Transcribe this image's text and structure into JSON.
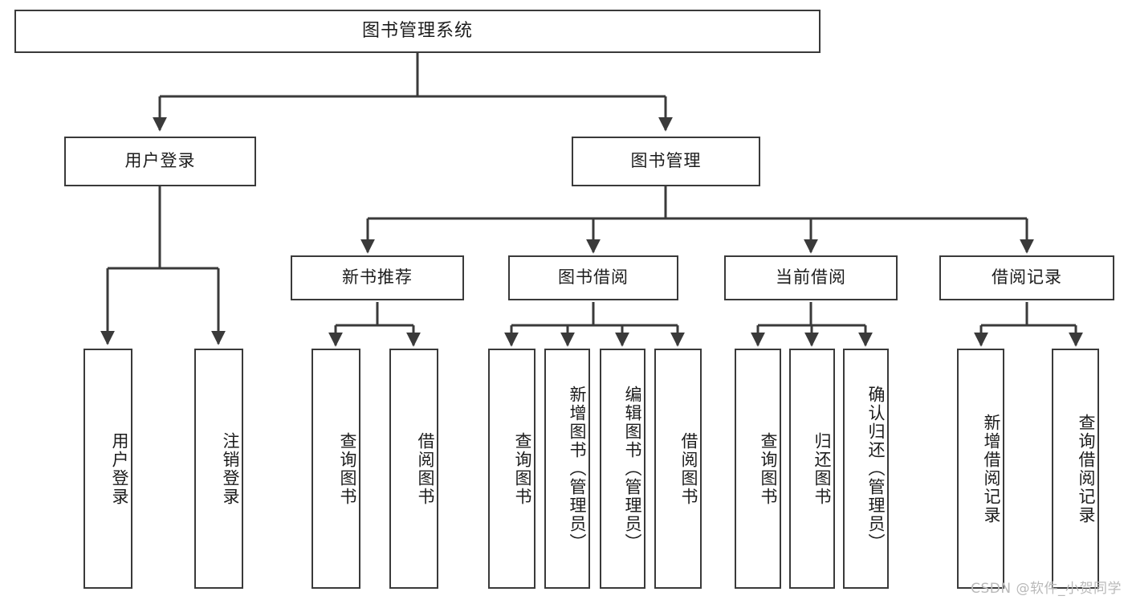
{
  "diagram": {
    "type": "tree",
    "title": "图书管理系统",
    "orientation": "top-down",
    "watermark": "CSDN @软件_小贺同学",
    "colors": {
      "background": "#ffffff",
      "node_border": "#3a3a3a",
      "node_fill": "#ffffff",
      "text": "#1c1c1c",
      "edge": "#3a3a3a",
      "watermark": "#b9b9b9"
    },
    "nodes": {
      "root": {
        "label": "图书管理系统"
      },
      "level2": [
        {
          "id": "user-login",
          "label": "用户登录"
        },
        {
          "id": "book-manage",
          "label": "图书管理"
        }
      ],
      "level3": [
        {
          "id": "new-book-recommend",
          "label": "新书推荐"
        },
        {
          "id": "book-borrow",
          "label": "图书借阅"
        },
        {
          "id": "current-borrow",
          "label": "当前借阅"
        },
        {
          "id": "borrow-record",
          "label": "借阅记录"
        }
      ],
      "leaves": [
        {
          "id": "leaf-user-login",
          "parent": "user-login",
          "label": "用户登录"
        },
        {
          "id": "leaf-logout",
          "parent": "user-login",
          "label": "注销登录"
        },
        {
          "id": "leaf-query-book-1",
          "parent": "new-book-recommend",
          "label": "查询图书"
        },
        {
          "id": "leaf-borrow-book-1",
          "parent": "new-book-recommend",
          "label": "借阅图书"
        },
        {
          "id": "leaf-query-book-2",
          "parent": "book-borrow",
          "label": "查询图书"
        },
        {
          "id": "leaf-add-book",
          "parent": "book-borrow",
          "label": "新增图书（管理员）"
        },
        {
          "id": "leaf-edit-book",
          "parent": "book-borrow",
          "label": "编辑图书（管理员）"
        },
        {
          "id": "leaf-borrow-book-2",
          "parent": "book-borrow",
          "label": "借阅图书"
        },
        {
          "id": "leaf-query-book-3",
          "parent": "current-borrow",
          "label": "查询图书"
        },
        {
          "id": "leaf-return-book",
          "parent": "current-borrow",
          "label": "归还图书"
        },
        {
          "id": "leaf-confirm-return",
          "parent": "current-borrow",
          "label": "确认归还（管理员）"
        },
        {
          "id": "leaf-add-record",
          "parent": "borrow-record",
          "label": "新增借阅记录"
        },
        {
          "id": "leaf-query-record",
          "parent": "borrow-record",
          "label": "查询借阅记录"
        }
      ]
    }
  }
}
